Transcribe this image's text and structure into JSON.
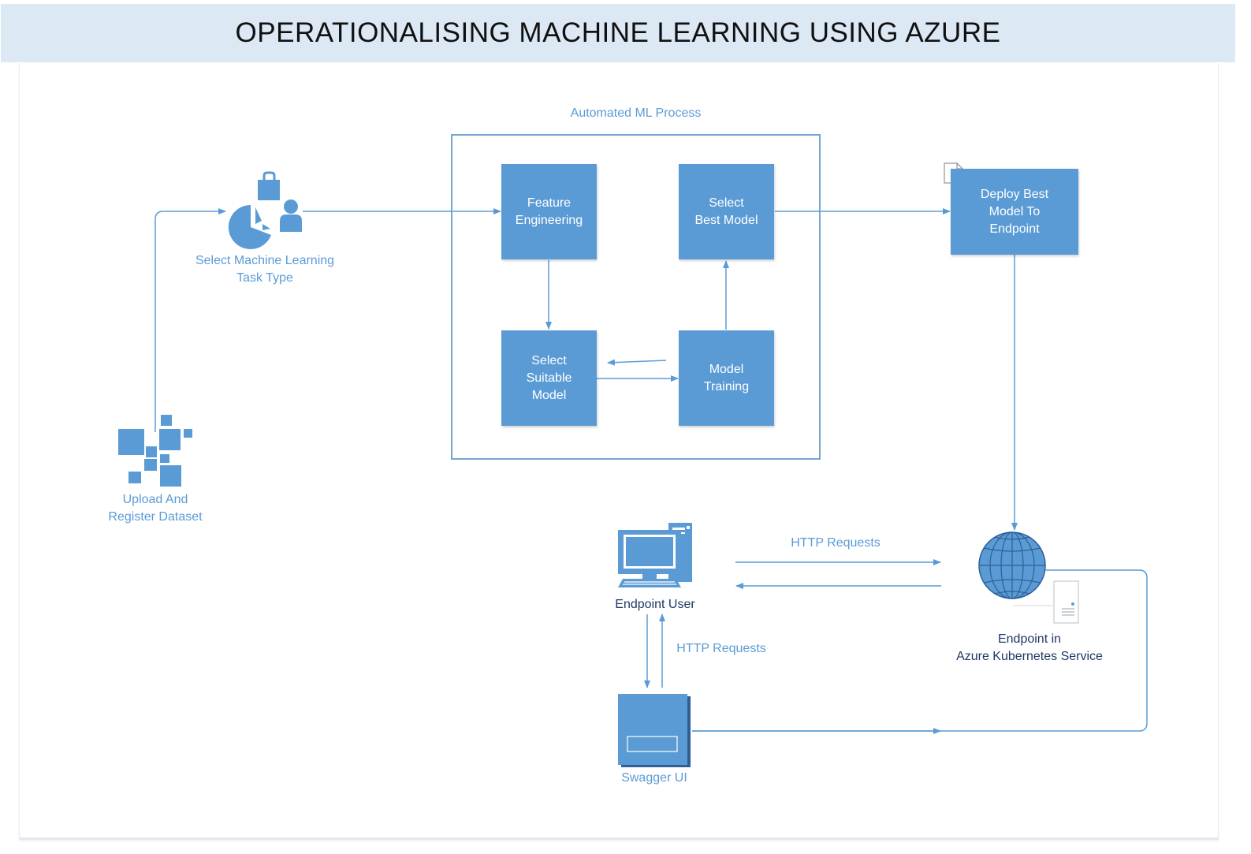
{
  "title": "OPERATIONALISING MACHINE LEARNING USING AZURE",
  "colors": {
    "accent": "#5b9bd5",
    "dark_label": "#1f3864",
    "title_bar": "#dce9f5"
  },
  "automl_group_label": "Automated ML Process",
  "nodes": {
    "upload_dataset": {
      "label": "Upload And\nRegister Dataset",
      "icon": "dataset-icon"
    },
    "select_task": {
      "label": "Select Machine Learning\nTask Type",
      "icon": "task-type-icon"
    },
    "feature_engineering": {
      "label": "Feature\nEngineering"
    },
    "select_best_model": {
      "label": "Select\nBest Model"
    },
    "select_suitable_model": {
      "label": "Select\nSuitable\nModel"
    },
    "model_training": {
      "label": "Model\nTraining"
    },
    "deploy": {
      "label": "Deploy Best\nModel To\nEndpoint",
      "icon": "excel-file-icon"
    },
    "endpoint_user": {
      "label": "Endpoint User",
      "icon": "computer-icon"
    },
    "endpoint_aks": {
      "label": "Endpoint in\nAzure Kubernetes Service",
      "icon": "globe-server-icon"
    },
    "swagger": {
      "label": "Swagger UI",
      "icon": "swagger-window-icon"
    }
  },
  "edge_labels": {
    "http_user_endpoint": "HTTP Requests",
    "http_user_swagger": "HTTP Requests"
  }
}
